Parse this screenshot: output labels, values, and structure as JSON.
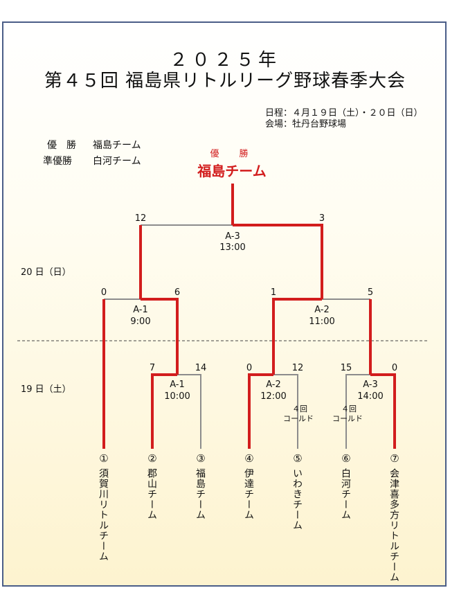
{
  "header": {
    "year": "２０２５年",
    "title": "第４５回 福島県リトルリーグ野球春季大会",
    "date_line": "日程：４月１９日（土）・２０日（日）",
    "venue_line": "会場：牡丹台野球場"
  },
  "results": {
    "champion_label": "優　勝",
    "champion_team": "福島チーム",
    "runnerup_label": "準優勝",
    "runnerup_team": "白河チーム"
  },
  "winner": {
    "label": "優　勝",
    "team": "福島チーム"
  },
  "days": {
    "day2": "20 日（日）",
    "day1": "19 日（土）"
  },
  "teams": [
    {
      "num": "①",
      "name": "須賀川リトルチーム"
    },
    {
      "num": "②",
      "name": "郡山チーム"
    },
    {
      "num": "③",
      "name": "福島チーム"
    },
    {
      "num": "④",
      "name": "伊達チーム"
    },
    {
      "num": "⑤",
      "name": "いわきチーム"
    },
    {
      "num": "⑥",
      "name": "白河チーム"
    },
    {
      "num": "⑦",
      "name": "会津喜多方リトルチーム"
    }
  ],
  "matches": {
    "d1_a1": {
      "label": "A-1",
      "time": "10:00",
      "left_score": "7",
      "right_score": "14"
    },
    "d1_a2": {
      "label": "A-2",
      "time": "12:00",
      "left_score": "0",
      "right_score": "12",
      "note1": "４回",
      "note2": "コールド"
    },
    "d1_a3": {
      "label": "A-3",
      "time": "14:00",
      "left_score": "15",
      "right_score": "0",
      "note1": "４回",
      "note2": "コールド"
    },
    "d2_a1": {
      "label": "A-1",
      "time": "9:00",
      "left_score": "0",
      "right_score": "6"
    },
    "d2_a2": {
      "label": "A-2",
      "time": "11:00",
      "left_score": "1",
      "right_score": "5"
    },
    "final": {
      "label": "A-3",
      "time": "13:00",
      "left_score": "12",
      "right_score": "3"
    }
  },
  "colors": {
    "winner_line": "#d21d1d",
    "loser_line": "#8c8c8c",
    "frame_border": "#4a5d87"
  }
}
